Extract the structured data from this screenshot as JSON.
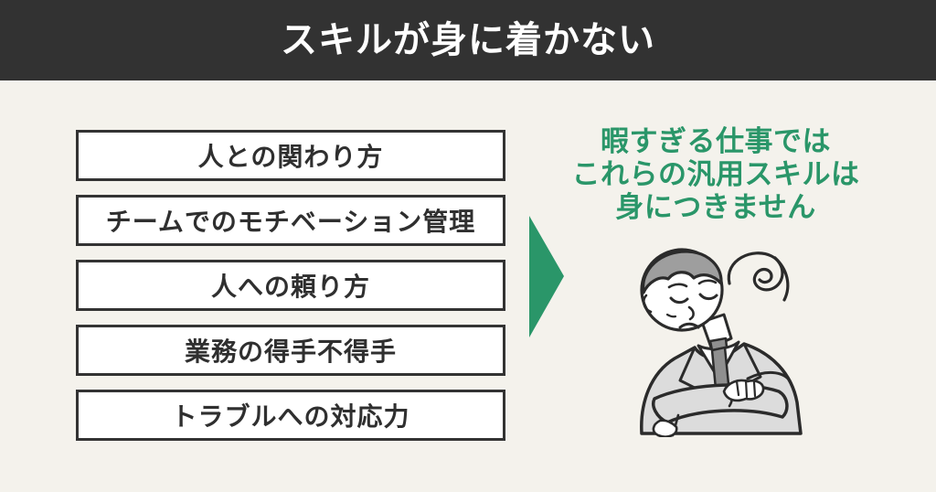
{
  "colors": {
    "background": "#f4f2ec",
    "header_background": "#323232",
    "header_text": "#ffffff",
    "box_background": "#ffffff",
    "box_border": "#333333",
    "box_text": "#2f2f2f",
    "accent_green": "#2a9669",
    "suit_gray": "#dcdcdc",
    "hair_gray": "#9e9e9e",
    "outline_dark": "#2b2b2b"
  },
  "header": {
    "title": "スキルが身に着かない"
  },
  "skill_boxes": [
    "人との関わり方",
    "チームでのモチベーション管理",
    "人への頼り方",
    "業務の得手不得手",
    "トラブルへの対応力"
  ],
  "callout": {
    "lines": [
      "暇すぎる仕事では",
      "これらの汎用スキルは",
      "身につきません"
    ]
  },
  "icons": {
    "arrow": "right-arrow",
    "illustration": "sleeping-businessman"
  }
}
